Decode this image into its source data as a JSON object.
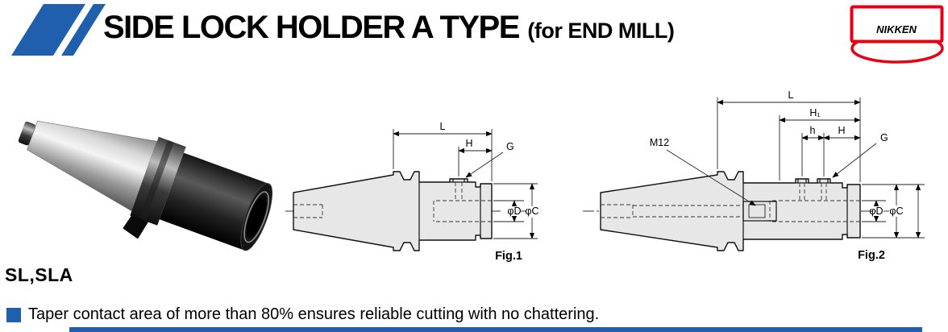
{
  "header": {
    "title": "SIDE LOCK HOLDER A TYPE",
    "subtitle": "(for END MILL)",
    "logo_text": "NIKKEN"
  },
  "product": {
    "series_label": "SL,SLA"
  },
  "fig1": {
    "caption": "Fig.1",
    "labels": {
      "L": "L",
      "H": "H",
      "G": "G",
      "phiD": "φD",
      "phiC": "φC"
    }
  },
  "fig2": {
    "caption": "Fig.2",
    "labels": {
      "L": "L",
      "H1": "H₁",
      "h": "h",
      "H": "H",
      "G": "G",
      "M12": "M12",
      "phiD": "φD",
      "phiC": "φC"
    }
  },
  "feature": {
    "text": "Taper contact area of more than 80% ensures reliable cutting with no chattering."
  },
  "colors": {
    "accent_blue": "#1f5fae",
    "brand_red": "#e60012"
  }
}
